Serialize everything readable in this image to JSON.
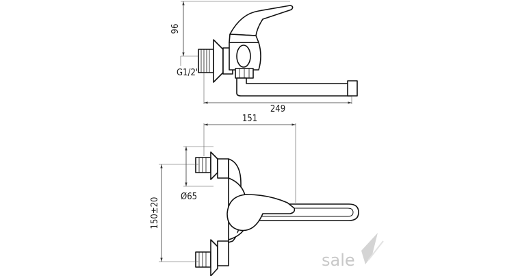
{
  "dimensions": {
    "height_top": "96",
    "thread_label": "G1/2\"",
    "spout_length": "249",
    "body_width": "151",
    "flange_diameter": "Ø65",
    "center_distance": "150±20"
  },
  "watermark": {
    "text": "sale"
  },
  "colors": {
    "line": "#111111",
    "watermark": "#c8c8c8",
    "background": "#ffffff"
  }
}
